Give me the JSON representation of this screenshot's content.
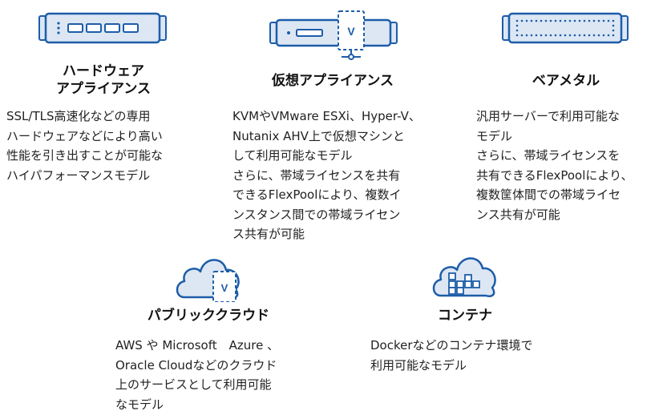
{
  "colors": {
    "icon_fill": "#dde7f4",
    "icon_stroke": "#1d5da8",
    "title_text": "#111111",
    "body_text": "#222222"
  },
  "items": [
    {
      "id": "hardware-appliance",
      "icon": "server-appliance-icon",
      "title_lines": [
        "ハードウェア",
        "アプライアンス"
      ],
      "desc_lines": [
        "SSL/TLS高速化などの専用",
        "ハードウェアなどにより高い",
        "性能を引き出すことが可能な",
        "ハイパフォーマンスモデル"
      ]
    },
    {
      "id": "virtual-appliance",
      "icon": "virtual-appliance-icon",
      "icon_letter": "V",
      "title_lines": [
        "仮想アプライアンス"
      ],
      "desc_lines": [
        "KVMやVMware ESXi、Hyper-V、",
        "Nutanix AHV上で仮想マシンと",
        "して利用可能なモデル",
        "さらに、帯域ライセンスを共有",
        "できるFlexPoolにより、複数イ",
        "ンスタンス間での帯域ライセン",
        "ス共有が可能"
      ]
    },
    {
      "id": "bare-metal",
      "icon": "bare-metal-server-icon",
      "title_lines": [
        "ベアメタル"
      ],
      "desc_lines": [
        "汎用サーバーで利用可能な",
        "モデル",
        "さらに、帯域ライセンスを",
        "共有できるFlexPoolにより、",
        "複数筐体間での帯域ライセ",
        "ンス共有が可能"
      ]
    },
    {
      "id": "public-cloud",
      "icon": "cloud-virtual-icon",
      "icon_letter": "V",
      "title_lines": [
        "パブリッククラウド"
      ],
      "desc_lines": [
        "AWS や Microsoft　Azure 、",
        "Oracle Cloudなどのクラウド",
        "上のサービスとして利用可能",
        "なモデル"
      ]
    },
    {
      "id": "container",
      "icon": "cloud-container-icon",
      "title_lines": [
        "コンテナ"
      ],
      "desc_lines": [
        "Dockerなどのコンテナ環境で",
        "利用可能なモデル"
      ]
    }
  ]
}
